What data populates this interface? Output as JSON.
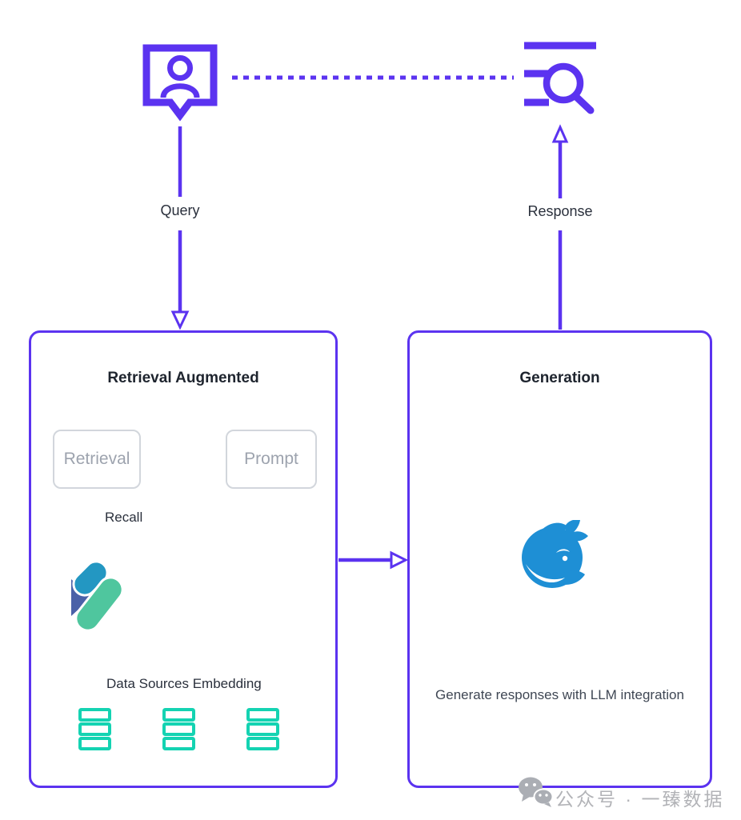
{
  "diagram": {
    "top_flow": {
      "user_icon": "user-chat-bubble-icon",
      "search_icon": "search-results-icon",
      "query_label": "Query",
      "response_label": "Response"
    },
    "retrieval_box": {
      "title": "Retrieval Augmented",
      "retrieval_chip": "Retrieval",
      "prompt_chip": "Prompt",
      "recall_label": "Recall",
      "embedding_logo_icon": "embedding-logo-icon",
      "data_sources_label": "Data Sources Embedding",
      "stack_icon": "database-stack-icon",
      "stack_count": 3
    },
    "generation_box": {
      "title": "Generation",
      "llm_logo_icon": "deepseek-whale-icon",
      "description": "Generate responses with LLM integration"
    },
    "watermark": {
      "icon": "wechat-icon",
      "text": "公众号 · 一臻数据"
    },
    "colors": {
      "accent_purple": "#5B33F0",
      "teal": "#14D3B2",
      "whale_blue": "#1E8FD5",
      "logo_indigo": "#4A61A8",
      "logo_cyan": "#2397C2",
      "logo_green": "#4FC69E",
      "chip_border_gray": "#D2D6DC",
      "chip_text_gray": "#9DA3AE",
      "dark_text": "#262C38",
      "watermark_gray": "#B2B3B7"
    }
  }
}
